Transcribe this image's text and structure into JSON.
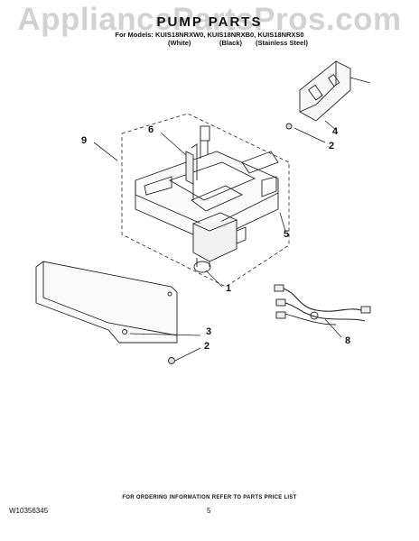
{
  "watermark": "AppliancePartsPros.com",
  "header": {
    "title": "PUMP PARTS",
    "models": "For Models: KUIS18NRXW0, KUIS18NRXB0, KUIS18NRXS0",
    "finishes": [
      "(White)",
      "(Black)",
      "(Stainless Steel)"
    ]
  },
  "callouts": {
    "c1": "1",
    "c2a": "2",
    "c2b": "2",
    "c3": "3",
    "c4": "4",
    "c5": "5",
    "c6": "6",
    "c8": "8",
    "c9": "9"
  },
  "footer": {
    "ordering_note": "FOR ORDERING INFORMATION REFER TO PARTS PRICE LIST",
    "doc_number": "W10356345",
    "page_number": "5"
  }
}
